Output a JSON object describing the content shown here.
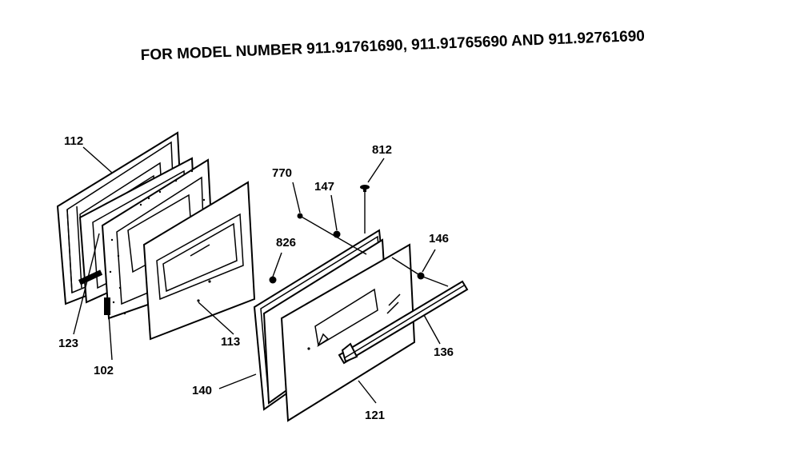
{
  "title": "FOR MODEL NUMBER 911.91761690, 911.91765690 AND 911.92761690",
  "callouts": {
    "c112": "112",
    "c123": "123",
    "c102": "102",
    "c113": "113",
    "c826": "826",
    "c770": "770",
    "c147": "147",
    "c812": "812",
    "c146": "146",
    "c136": "136",
    "c140": "140",
    "c121": "121"
  },
  "parts": [
    "inner-door-liner-112",
    "door-frame-123",
    "insulation-panel-102",
    "inner-glass-113",
    "screw-826",
    "screw-770",
    "screw-147",
    "screw-812",
    "screw-146",
    "door-handle-136",
    "outer-door-frame-140",
    "outer-glass-121"
  ]
}
